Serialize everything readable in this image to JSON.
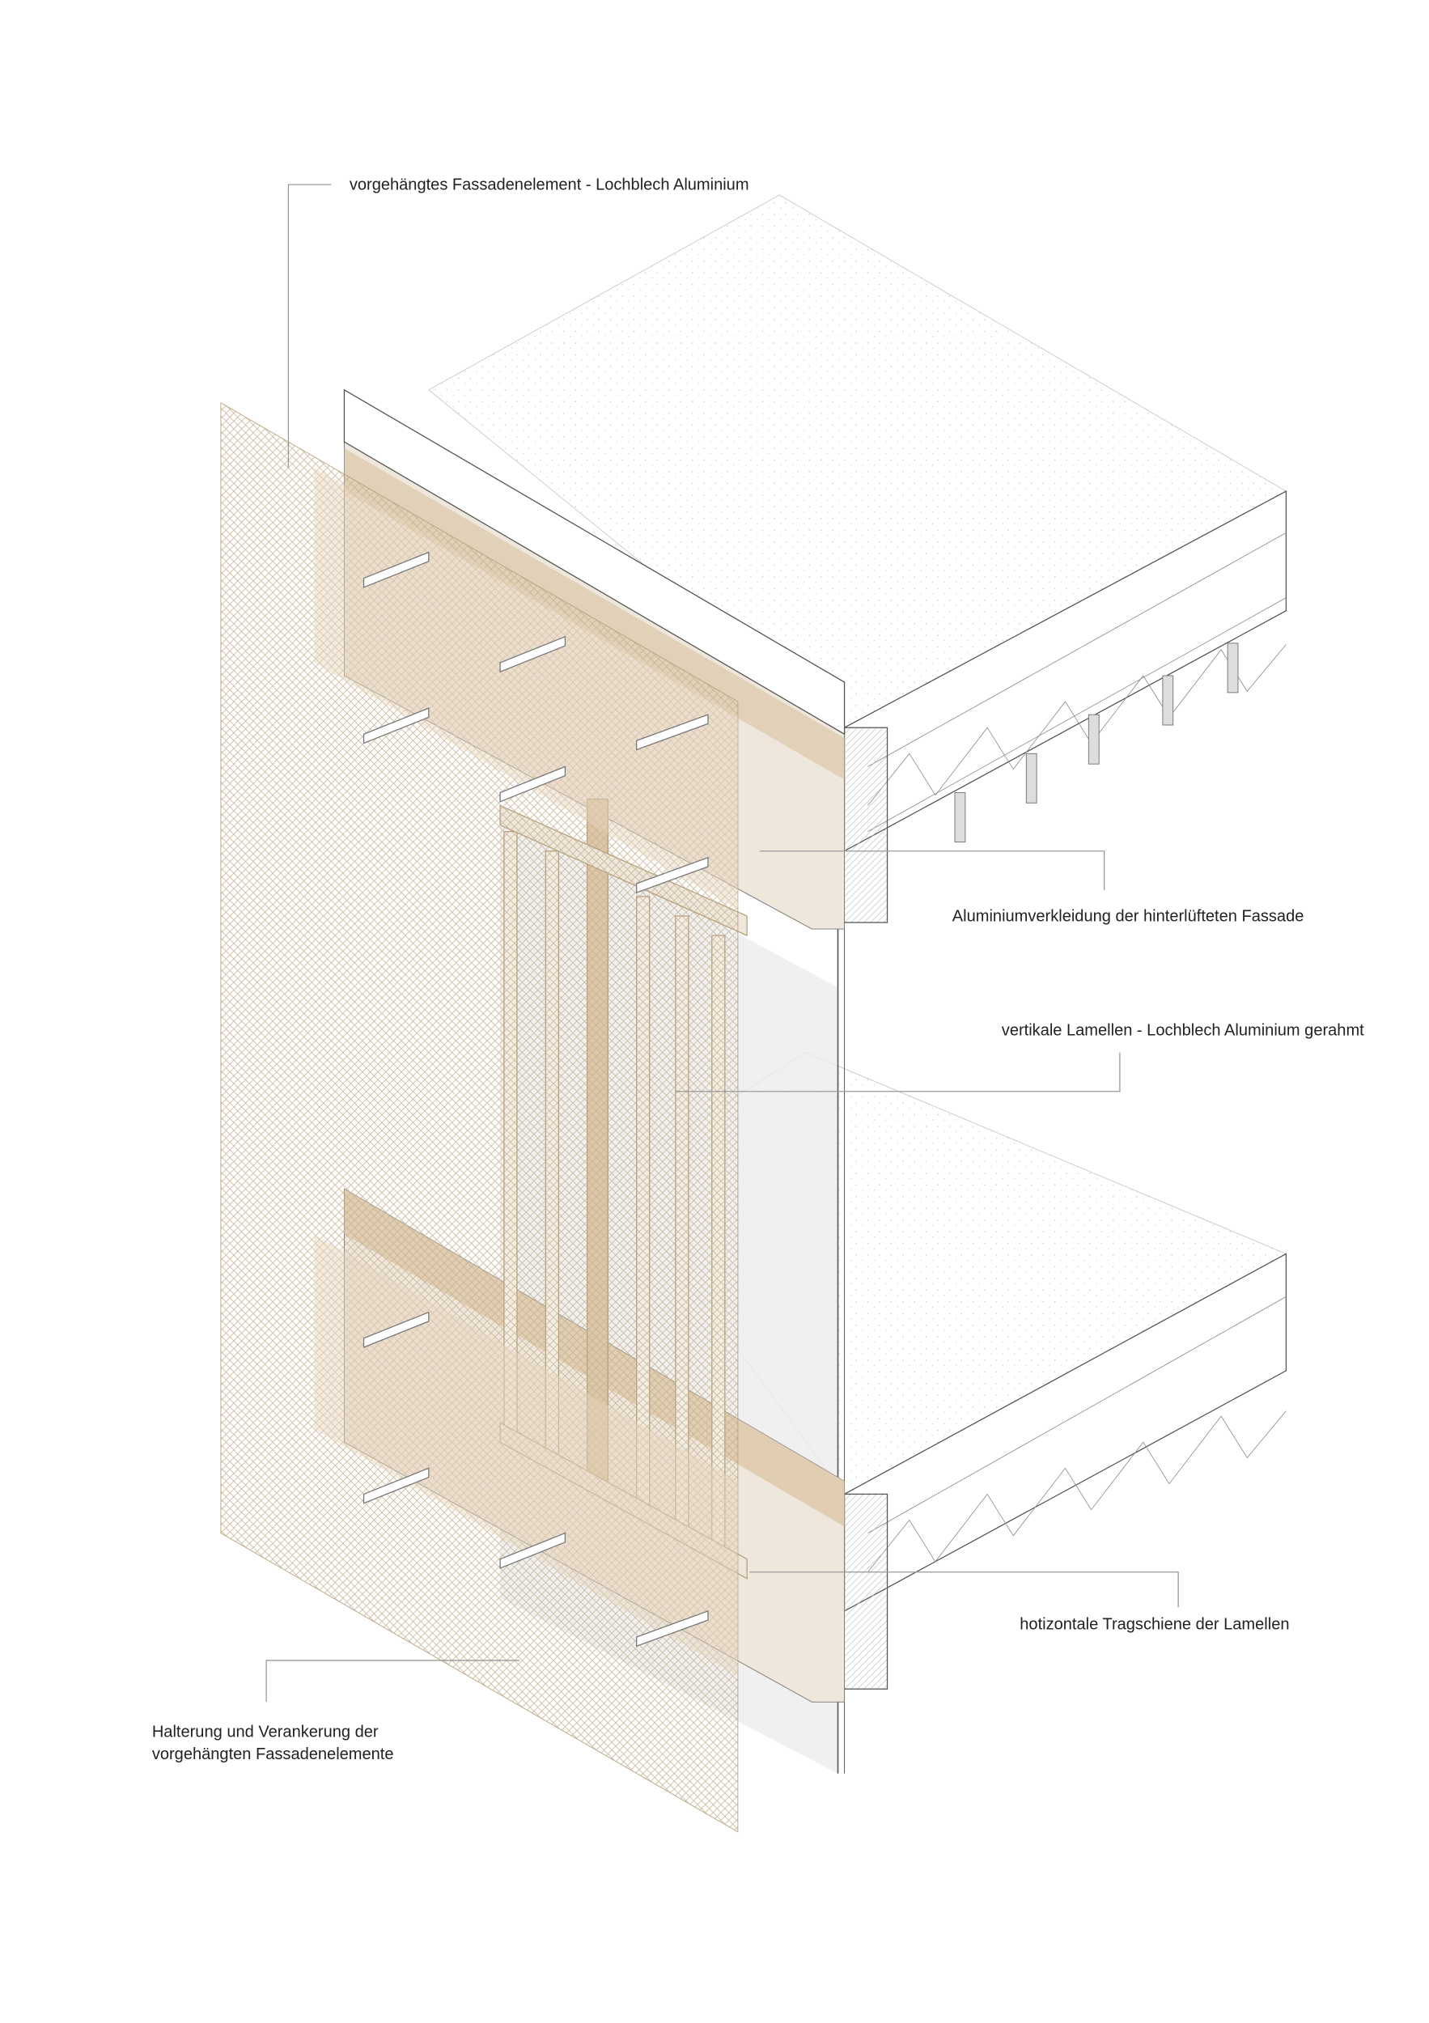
{
  "labels": {
    "facade_element": "vorgehängtes Fassadenelement - Lochblech Aluminium",
    "cladding": "Aluminiumverkleidung der hinterlüfteten Fassade",
    "vertical_lamellae": "vertikale Lamellen - Lochblech Aluminium gerahmt",
    "horizontal_rail": "hotizontale Tragschiene der Lamellen",
    "anchoring_line1": "Halterung und Verankerung der",
    "anchoring_line2": "vorgehängten Fassadenelemente"
  },
  "colors": {
    "mesh": "#c9b89a",
    "cladding": "#efe6dc",
    "wood": "#dcc7a8",
    "glass": "#ececec",
    "slab": "#fafafa"
  }
}
